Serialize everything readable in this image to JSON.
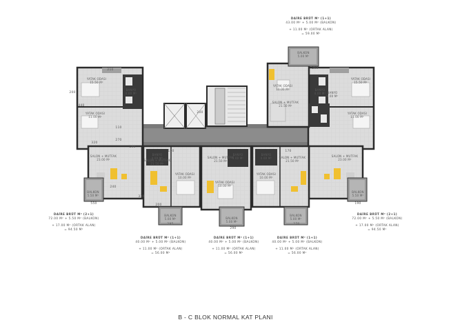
{
  "title": "B - C  BLOK NORMAL KAT PLANI",
  "unit_labels": [
    {
      "id": "top-1plus1",
      "title": "DAİRE BRÜT M² (1+1)",
      "line1": "43.00 M² + 5.00 M² (BALKON)",
      "line2": "+ 11.00 M² (ORTAK ALAN)",
      "line3": "= 59.00 M²"
    },
    {
      "id": "left-2plus1",
      "title": "DAİRE BRÜT M² (2+1)",
      "line1": "72.00 M² + 5.50 M² (BALKON)",
      "line2": "+ 17.00 M² (ORTAK ALAN)",
      "line3": "= 94.50 M²"
    },
    {
      "id": "right-2plus1",
      "title": "DAİRE BRÜT M² (2+1)",
      "line1": "72.00 M² + 5.50 M² (BALKON)",
      "line2": "+ 17.00 M² (ORTAK ALAN)",
      "line3": "= 94.50 M²"
    },
    {
      "id": "bottom-left-1plus1",
      "title": "DAİRE BRÜT M² (1+1)",
      "line1": "40.00 M² + 5.00 M² (BALKON)",
      "line2": "+ 11.00 M² (ORTAK ALAN)",
      "line3": "= 56.00 M²"
    },
    {
      "id": "bottom-center-1plus1",
      "title": "DAİRE BRÜT M² (1+1)",
      "line1": "40.00 M² + 5.00 M² (BALKON)",
      "line2": "+ 11.00 M² (ORTAK ALAN)",
      "line3": "= 56.00 M²"
    },
    {
      "id": "bottom-right-1plus1",
      "title": "DAİRE BRÜT M² (1+1)",
      "line1": "40.00 M² + 5.00 M² (BALKON)",
      "line2": "+ 11.00 M² (ORTAK ALAN)",
      "line3": "= 56.00 M²"
    }
  ],
  "rooms": [
    {
      "name": "YATAK ODASI",
      "area": "15.50 M²"
    },
    {
      "name": "BANYO",
      "area": "4.00 M²"
    },
    {
      "name": "YATAK ODASI",
      "area": "11.00 M²"
    },
    {
      "name": "SALON + MUTFAK",
      "area": "23.00 M²"
    },
    {
      "name": "BALKON",
      "area": "5.50 M²"
    },
    {
      "name": "SALON + MUTFAK",
      "area": "21.50 M²"
    },
    {
      "name": "YATAK ODASI",
      "area": "10.00 M²"
    },
    {
      "name": "BALKON",
      "area": "5.00 M²"
    },
    {
      "name": "YATAK ODASI",
      "area": "15.50 M²"
    },
    {
      "name": "BANYO",
      "area": "4.00 M²"
    },
    {
      "name": "YATAK ODASI",
      "area": "11.00 M²"
    },
    {
      "name": "SALON + MUTFAK",
      "area": "23.00 M²"
    },
    {
      "name": "BALKON",
      "area": "5.50 M²"
    },
    {
      "name": "BALKON",
      "area": "5.00 M²"
    },
    {
      "name": "YATAK ODASI",
      "area": "10.00 M²"
    },
    {
      "name": "BANYO",
      "area": "4.00 M²"
    },
    {
      "name": "SALON + MUTFAK",
      "area": "21.50 M²"
    },
    {
      "name": "BANYO",
      "area": "4.00 M²"
    },
    {
      "name": "SALON + MUTFAK",
      "area": "21.50 M²"
    },
    {
      "name": "YATAK ODASI",
      "area": "10.00 M²"
    },
    {
      "name": "BALKON",
      "area": "5.00 M²"
    },
    {
      "name": "BANYO",
      "area": "4.00 M²"
    },
    {
      "name": "SALON + MUTFAK",
      "area": "21.50 M²"
    },
    {
      "name": "YATAK ODASI",
      "area": "10.00 M²"
    },
    {
      "name": "BALKON",
      "area": "5.00 M²"
    },
    {
      "name": "BANYO",
      "area": "4.00 M²"
    }
  ],
  "dimensions": [
    "210",
    "200",
    "440",
    "110",
    "270",
    "320",
    "200",
    "100",
    "150",
    "170",
    "330",
    "200",
    "240",
    "295",
    "550",
    "290",
    "270",
    "190",
    "260"
  ],
  "colors": {
    "background": "#ffffff",
    "corridor": "#7f7f7f",
    "wall": "#2b2b2b",
    "floor": "#d8d8d8",
    "floor_light": "#e4e4e4",
    "balcony": "#9a9a9a",
    "bath": "#3a3a3a",
    "furniture": "#f0c030",
    "text": "#4a4a4a"
  }
}
